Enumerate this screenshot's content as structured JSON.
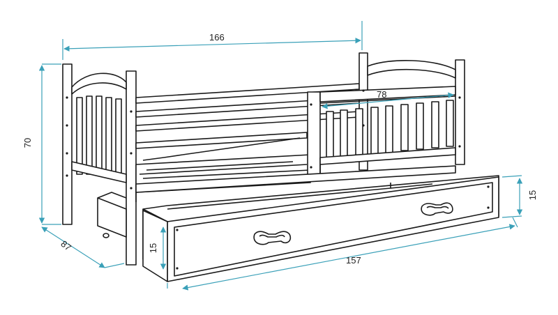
{
  "colors": {
    "line": "#1a1a1a",
    "dimension": "#3aa0b8",
    "text": "#222222",
    "background": "#ffffff"
  },
  "dimensions": {
    "overall_length": "166",
    "height": "70",
    "depth": "87",
    "guard_rail_length": "78",
    "drawer_length": "157",
    "drawer_height_front": "15",
    "drawer_height_side": "15"
  }
}
